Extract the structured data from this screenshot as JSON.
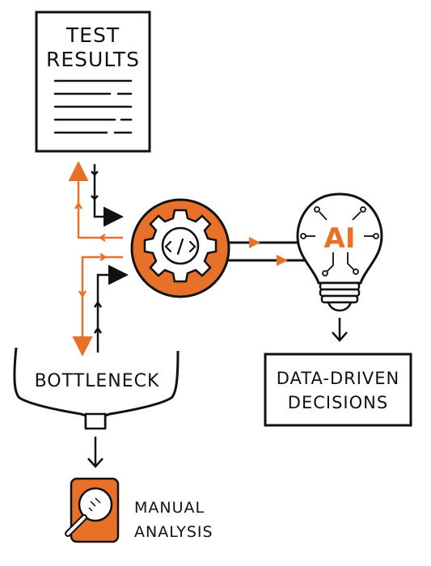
{
  "labels": {
    "doc_line1": "TEST",
    "doc_line2": "RESULTS",
    "funnel": "BOTTLENECK",
    "ai": "AI",
    "decisions_line1": "DATA-DRIVEN",
    "decisions_line2": "DECISIONS",
    "manual_line1": "MANUAL",
    "manual_line2": "ANALYSIS"
  },
  "colors": {
    "accent": "#E8712A",
    "ink": "#111111",
    "paper": "#ffffff"
  },
  "icons": {
    "document": "document-icon",
    "gear": "gear-code-icon",
    "bulb": "ai-lightbulb-icon",
    "funnel": "funnel-icon",
    "magnifier": "magnifier-icon"
  }
}
